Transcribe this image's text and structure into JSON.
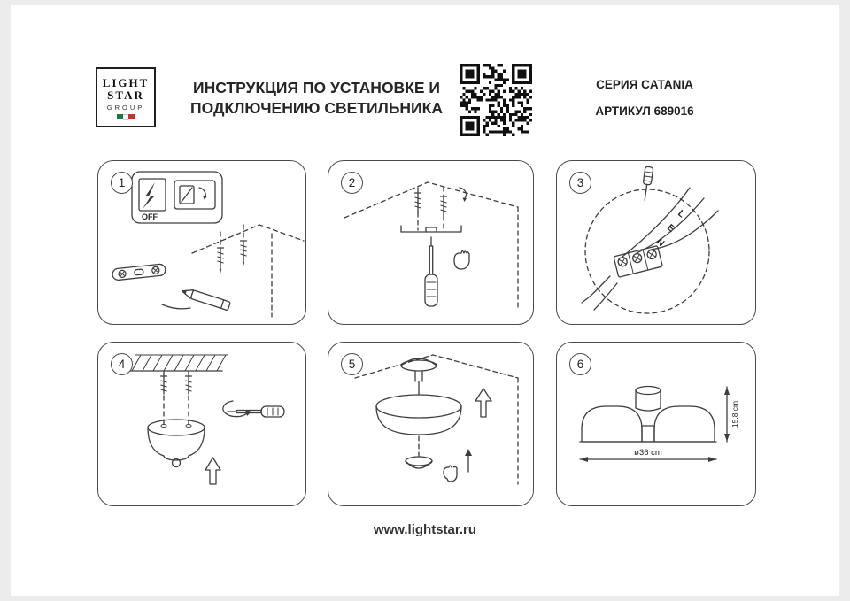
{
  "document": {
    "title_line1": "ИНСТРУКЦИЯ ПО УСТАНОВКЕ И",
    "title_line2": "ПОДКЛЮЧЕНИЮ СВЕТИЛЬНИКА",
    "series": "СЕРИЯ CATANIA",
    "article": "АРТИКУЛ 689016",
    "website": "www.lightstar.ru"
  },
  "logo": {
    "line1": "LIGHT",
    "line2": "STAR",
    "line3": "GROUP"
  },
  "steps": {
    "step1": {
      "number": "1",
      "off_label": "OFF"
    },
    "step2": {
      "number": "2"
    },
    "step3": {
      "number": "3",
      "wire_n": "N",
      "wire_e": "E",
      "wire_l": "L"
    },
    "step4": {
      "number": "4"
    },
    "step5": {
      "number": "5"
    },
    "step6": {
      "number": "6",
      "diameter_label": "ø36 cm",
      "height_label": "15.8 cm"
    }
  },
  "colors": {
    "line": "#3d3d3d",
    "accent_green": "#1a7a3c",
    "accent_red": "#c8332b"
  }
}
